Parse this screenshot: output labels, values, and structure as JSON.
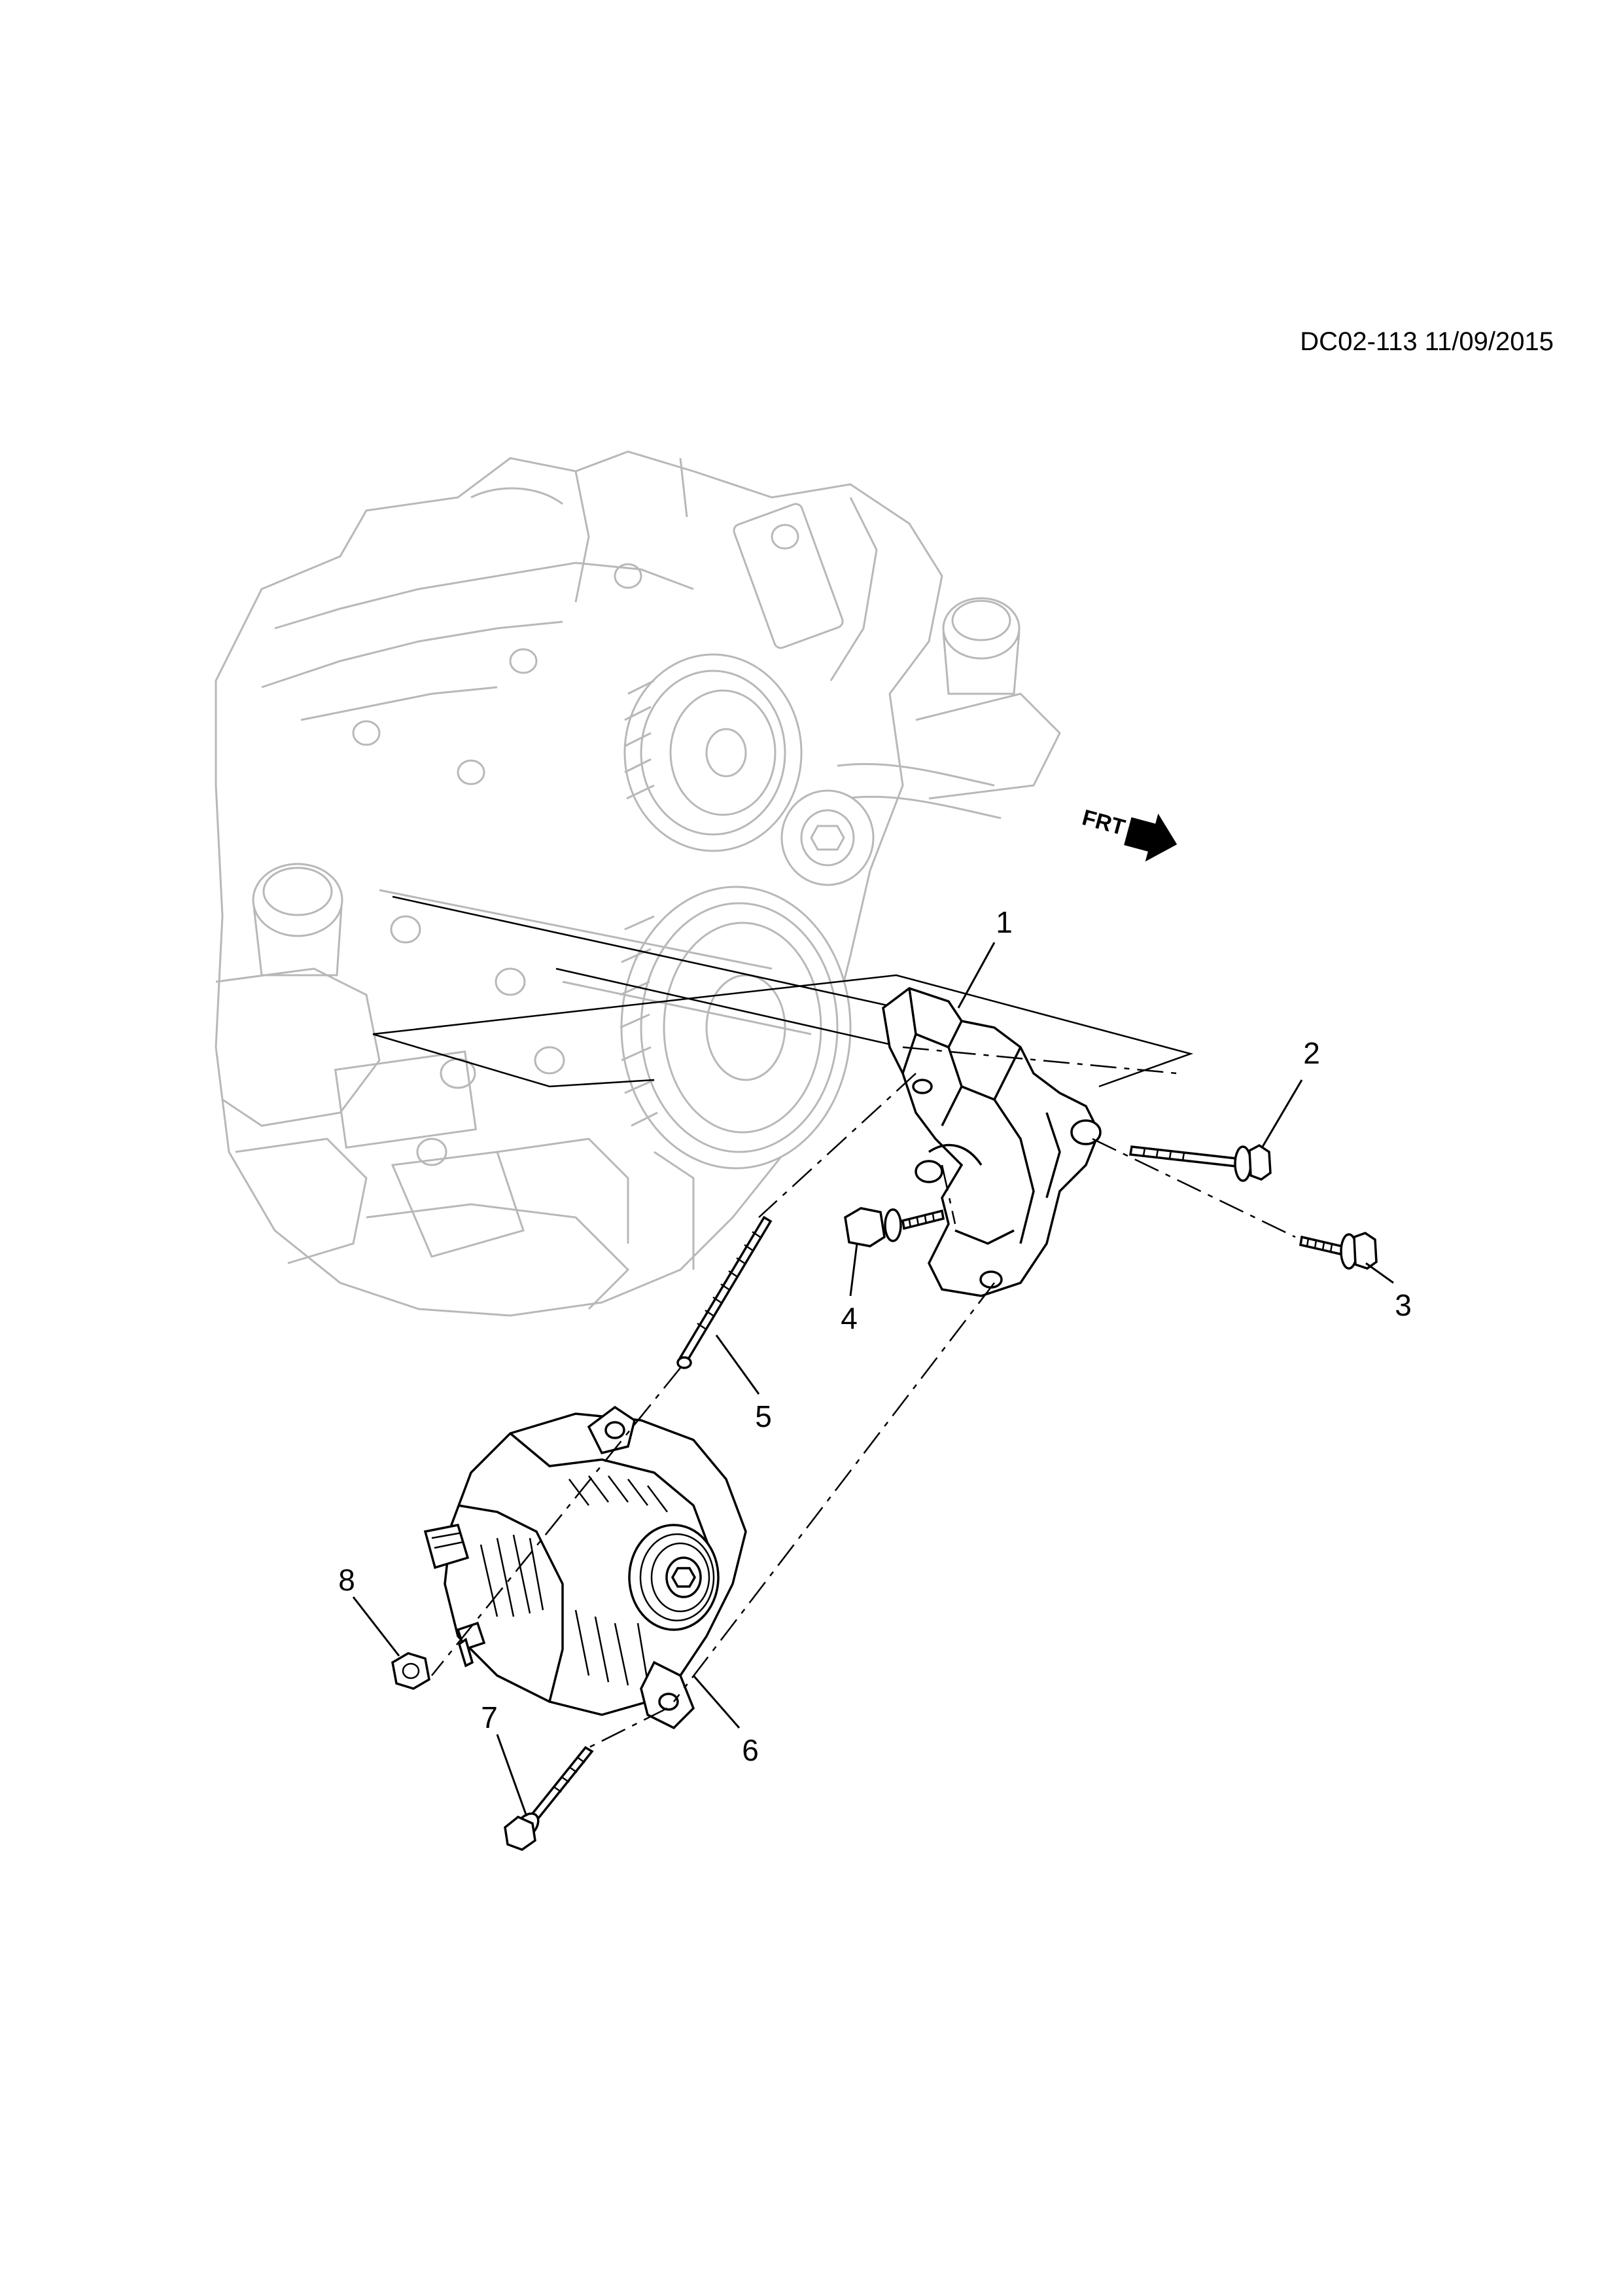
{
  "document": {
    "code": "DC02-113 11/09/2015"
  },
  "orientation": {
    "label": "FRT"
  },
  "callouts": [
    {
      "id": "1",
      "label": "1"
    },
    {
      "id": "2",
      "label": "2"
    },
    {
      "id": "3",
      "label": "3"
    },
    {
      "id": "4",
      "label": "4"
    },
    {
      "id": "5",
      "label": "5"
    },
    {
      "id": "6",
      "label": "6"
    },
    {
      "id": "7",
      "label": "7"
    },
    {
      "id": "8",
      "label": "8"
    }
  ]
}
